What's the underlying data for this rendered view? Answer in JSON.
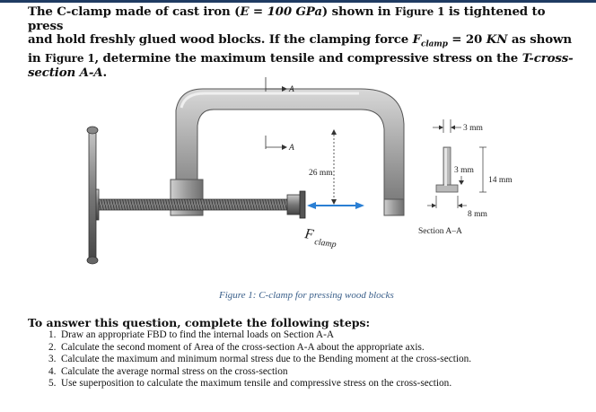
{
  "problem": {
    "line1_a": "The C-clamp made of cast iron (",
    "line1_E": "E = 100 GPa",
    "line1_b": ") shown in ",
    "line1_fig": "Figure 1",
    "line1_c": " is tightened to press",
    "line2_a": "and hold freshly glued wood blocks. If the clamping force ",
    "line2_F": "F",
    "line2_sub": "clamp",
    "line2_b": " = 20 ",
    "line2_unit": "KN",
    "line2_c": " as shown",
    "line3_a": "in ",
    "line3_fig": "Figure 1",
    "line3_b": ", determine the maximum tensile and compressive stress on the ",
    "line3_T": "T-cross-",
    "line4_a": "section A-A",
    "line4_b": "."
  },
  "figure": {
    "label_A_top": "A",
    "label_A_bottom": "A",
    "dim_26": "26 mm",
    "force_F": "F",
    "force_sub": "clamp",
    "dim_3_top": "3 mm",
    "dim_3_mid": "3 mm",
    "dim_14": "14 mm",
    "dim_8": "8 mm",
    "section_label": "Section A–A",
    "caption": "Figure 1: C-clamp for pressing wood blocks"
  },
  "steps": {
    "title": "To answer this question, complete the following steps:",
    "items": [
      {
        "num": "1.",
        "text": "Draw an appropriate FBD to find the internal loads on Section A-A"
      },
      {
        "num": "2.",
        "text": "Calculate the second moment of Area of the cross-section A-A about the appropriate axis."
      },
      {
        "num": "3.",
        "text": "Calculate the maximum and minimum normal stress due to the Bending moment at the cross-section."
      },
      {
        "num": "4.",
        "text": "Calculate the average normal stress on the cross-section"
      },
      {
        "num": "5.",
        "text": "Use superposition to calculate the maximum tensile and compressive stress on the cross-section."
      }
    ]
  }
}
